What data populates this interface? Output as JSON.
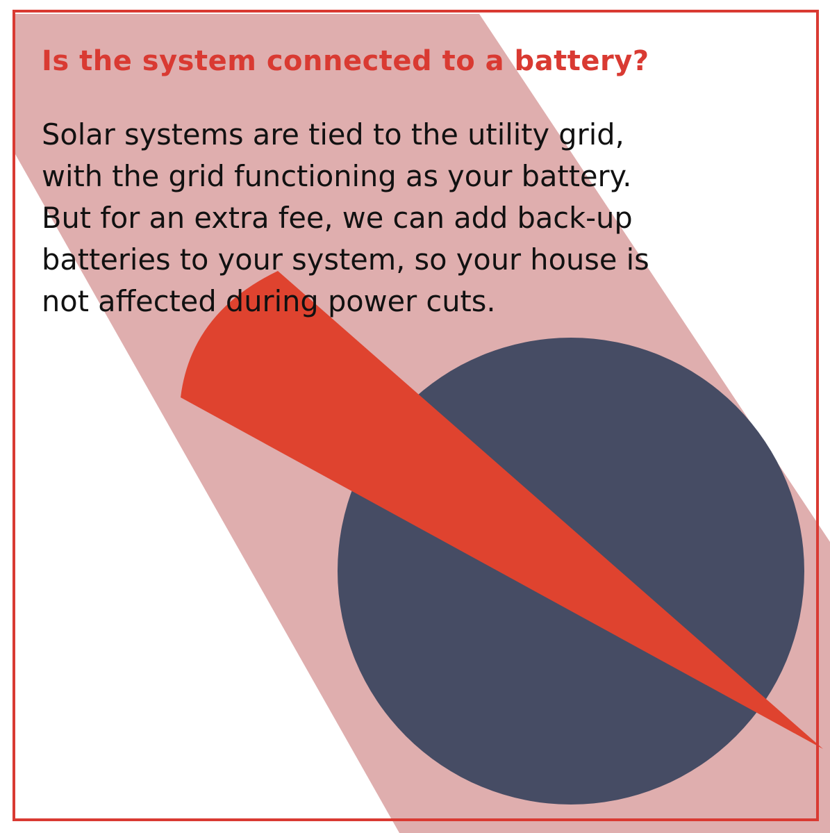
{
  "card": {
    "heading": "Is the system connected to a battery?",
    "body_lines": [
      "Solar systems are tied to the utility grid,",
      "with the grid functioning as your battery.",
      "But for an extra fee, we can add back-up",
      "batteries to your system, so your house is",
      "not affected during power cuts."
    ]
  },
  "colors": {
    "accent_red": "#d93a32",
    "beam_pink": "#dfaeae",
    "flare_red": "#df432f",
    "circle_navy": "#464c64",
    "text_dark": "#111111",
    "background": "#ffffff"
  },
  "art": {
    "beam": "pink-light-beam",
    "flare": "red-wedge-flare",
    "circle": "navy-circle"
  }
}
